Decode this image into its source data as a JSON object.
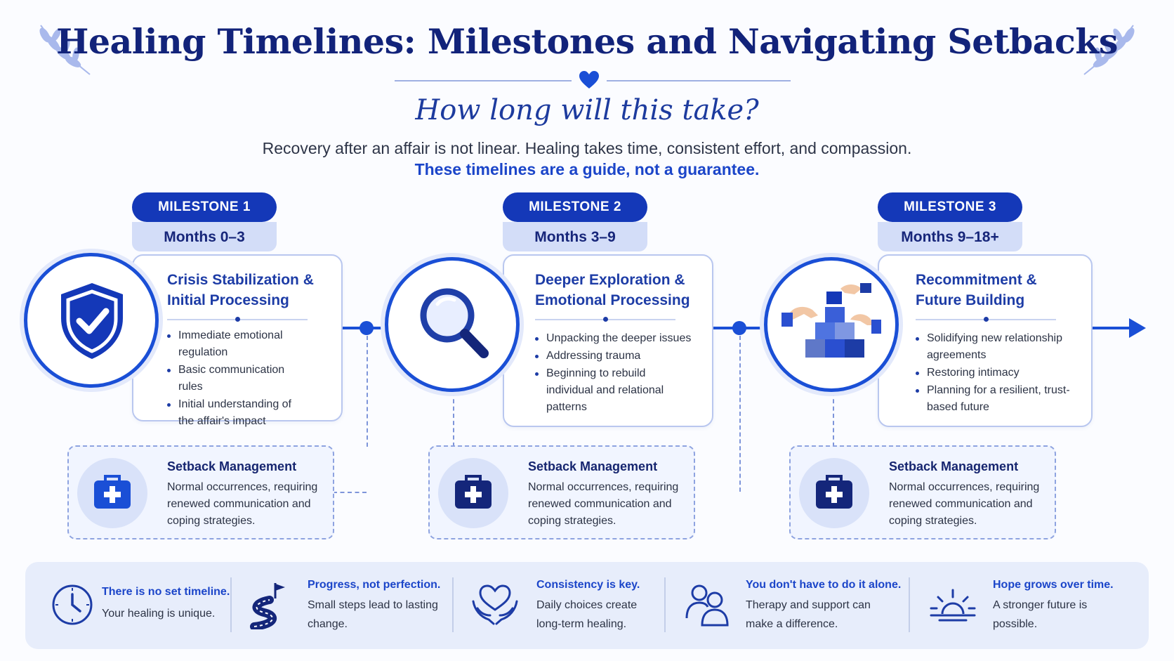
{
  "header": {
    "title": "Healing Timelines: Milestones and Navigating Setbacks",
    "subtitle": "How long will this take?",
    "intro": "Recovery after an affair is not linear. Healing takes time, consistent effort, and compassion.",
    "intro_emphasis": "These timelines are a guide, not a guarantee."
  },
  "colors": {
    "primary": "#1a4fd6",
    "navy": "#12237a",
    "light_blue": "#d3ddf8",
    "band": "#e7edfb"
  },
  "milestones": [
    {
      "label": "MILESTONE 1",
      "period": "Months 0–3",
      "title_line1": "Crisis Stabilization &",
      "title_line2": "Initial Processing",
      "icon": "shield-check-icon",
      "bullets": [
        "Immediate emotional regulation",
        "Basic communication rules",
        "Initial understanding of the affair's impact"
      ]
    },
    {
      "label": "MILESTONE 2",
      "period": "Months 3–9",
      "title_line1": "Deeper Exploration &",
      "title_line2": "Emotional Processing",
      "icon": "magnifying-glass-icon",
      "bullets": [
        "Unpacking the deeper issues",
        "Addressing trauma",
        "Beginning to rebuild individual and relational patterns"
      ]
    },
    {
      "label": "MILESTONE 3",
      "period": "Months 9–18+",
      "title_line1": "Recommitment &",
      "title_line2": "Future Building",
      "icon": "building-blocks-icon",
      "bullets": [
        "Solidifying new relationship agreements",
        "Restoring intimacy",
        "Planning for a resilient, trust-based future"
      ]
    }
  ],
  "setbacks": [
    {
      "title": "Setback Management",
      "text": "Normal occurrences, requiring renewed communication and coping strategies.",
      "icon": "first-aid-kit-icon"
    },
    {
      "title": "Setback Management",
      "text": "Normal occurrences, requiring renewed communication and coping strategies.",
      "icon": "first-aid-kit-icon"
    },
    {
      "title": "Setback Management",
      "text": "Normal occurrences, requiring renewed communication and coping strategies.",
      "icon": "first-aid-kit-icon"
    }
  ],
  "tips": [
    {
      "title": "There is no set timeline.",
      "text": "Your healing is unique.",
      "icon": "clock-icon"
    },
    {
      "title": "Progress, not perfection.",
      "text": "Small steps lead to lasting change.",
      "icon": "winding-road-flag-icon"
    },
    {
      "title": "Consistency is key.",
      "text": "Daily choices create long-term healing.",
      "icon": "hands-heart-icon"
    },
    {
      "title": "You don't have to do it alone.",
      "text": "Therapy and support can make a difference.",
      "icon": "people-icon"
    },
    {
      "title": "Hope grows over time.",
      "text": "A stronger future is possible.",
      "icon": "sunrise-icon"
    }
  ]
}
